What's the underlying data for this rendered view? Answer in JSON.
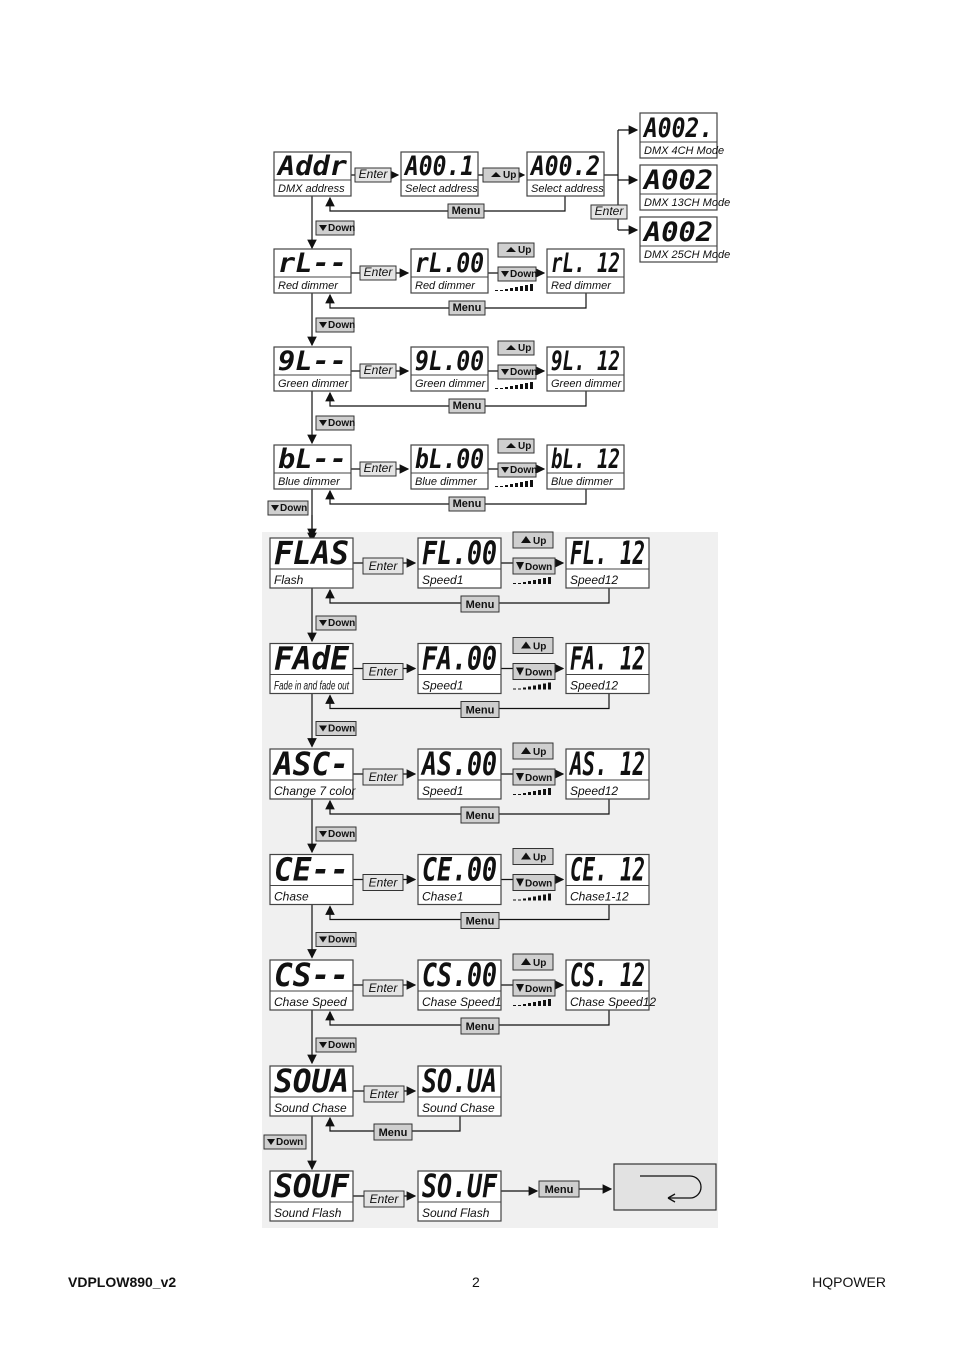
{
  "buttons": {
    "enter": "Enter",
    "up": "Up",
    "down": "Down",
    "menu": "Menu"
  },
  "address_row": {
    "main": {
      "display": "Addr",
      "caption": "DMX address"
    },
    "select": {
      "display": "A00.1",
      "caption": "Select address"
    },
    "selected": {
      "display": "A00.2",
      "caption": "Select address"
    },
    "modes": [
      {
        "display": "A002.",
        "caption": "DMX 4CH Mode"
      },
      {
        "display": "A002",
        "caption": "DMX 13CH Mode"
      },
      {
        "display": "A002",
        "caption": "DMX 25CH Mode"
      }
    ]
  },
  "dimmer_rows": [
    {
      "main": "rL--",
      "first": "rL.00",
      "last": "rL. 12",
      "caption": "Red dimmer"
    },
    {
      "main": "9L--",
      "first": "9L.00",
      "last": "9L. 12",
      "caption": "Green dimmer"
    },
    {
      "main": "bL--",
      "first": "bL.00",
      "last": "bL. 12",
      "caption": "Blue dimmer"
    }
  ],
  "program_rows": [
    {
      "main": "FLAS",
      "main_caption": "Flash",
      "first": "FL.00",
      "first_caption": "Speed1",
      "last": "FL. 12",
      "last_caption": "Speed12"
    },
    {
      "main": "FAdE",
      "main_caption": "Fade in and fade out",
      "first": "FA.00",
      "first_caption": "Speed1",
      "last": "FA. 12",
      "last_caption": "Speed12"
    },
    {
      "main": "ASC-",
      "main_caption": "Change 7 color",
      "first": "AS.00",
      "first_caption": "Speed1",
      "last": "AS. 12",
      "last_caption": "Speed12"
    },
    {
      "main": "CE--",
      "main_caption": "Chase",
      "first": "CE.00",
      "first_caption": "Chase1",
      "last": "CE. 12",
      "last_caption": "Chase1-12"
    },
    {
      "main": "CS--",
      "main_caption": "Chase Speed",
      "first": "CS.00",
      "first_caption": "Chase Speed1",
      "last": "CS. 12",
      "last_caption": "Chase Speed12"
    }
  ],
  "sound_rows": [
    {
      "main": "SOUA",
      "main_caption": "Sound Chase",
      "next": "SO.UA",
      "next_caption": "Sound Chase"
    },
    {
      "main": "SOUF",
      "main_caption": "Sound Flash",
      "next": "SO.UF",
      "next_caption": "Sound Flash"
    }
  ],
  "return_icon": "return-arrow-icon",
  "footer": {
    "left": "VDPLOW890_v2",
    "center": "2",
    "right": "HQPOWER"
  }
}
